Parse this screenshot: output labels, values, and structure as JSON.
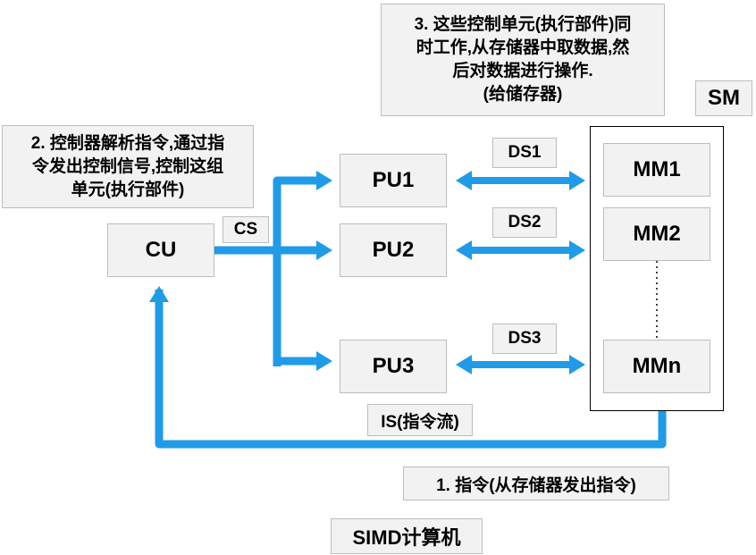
{
  "notes": {
    "step1": "1. 指令(从存储器发出指令)",
    "step2": [
      "2. 控制器解析指令,通过指",
      "令发出控制信号,控制这组",
      "单元(执行部件)"
    ],
    "step3": [
      "3. 这些控制单元(执行部件)同",
      "时工作,从存储器中取数据,然",
      "后对数据进行操作.",
      "(给储存器)"
    ]
  },
  "units": {
    "cu": "CU",
    "pu1": "PU1",
    "pu2": "PU2",
    "pu3": "PU3",
    "sm": "SM",
    "mm1": "MM1",
    "mm2": "MM2",
    "mmn": "MMn"
  },
  "links": {
    "cs": "CS",
    "ds1": "DS1",
    "ds2": "DS2",
    "ds3": "DS3",
    "is": "IS(指令流)"
  },
  "caption": "SIMD计算机",
  "colors": {
    "arrow": "#1f9be8",
    "box_fill": "#f2f2f2",
    "box_border": "#bdbdbd"
  }
}
